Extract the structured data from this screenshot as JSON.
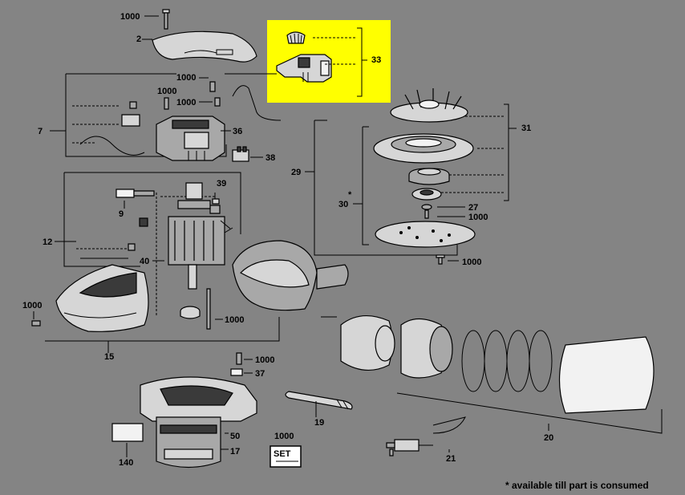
{
  "highlight_color": "#ffff00",
  "background_color": "#848484",
  "callouts": {
    "c1000_top": "1000",
    "c2": "2",
    "c33": "33",
    "c1000_a": "1000",
    "c1000_b": "1000",
    "c1000_c": "1000",
    "c7": "7",
    "c36": "36",
    "c38": "38",
    "c31": "31",
    "c29": "29",
    "c30": "30",
    "c_star": "*",
    "c27": "27",
    "c1000_d": "1000",
    "c1000_e": "1000",
    "c39": "39",
    "c9": "9",
    "c12": "12",
    "c40": "40",
    "c1000_f": "1000",
    "c15": "15",
    "c1000_g": "1000",
    "c1000_h": "1000",
    "c37": "37",
    "c19": "19",
    "c20": "20",
    "c50": "50",
    "c17": "17",
    "c140": "140",
    "c1000_set": "1000",
    "c21": "21"
  },
  "set_label": "SET",
  "footnote": "* available till part is consumed"
}
